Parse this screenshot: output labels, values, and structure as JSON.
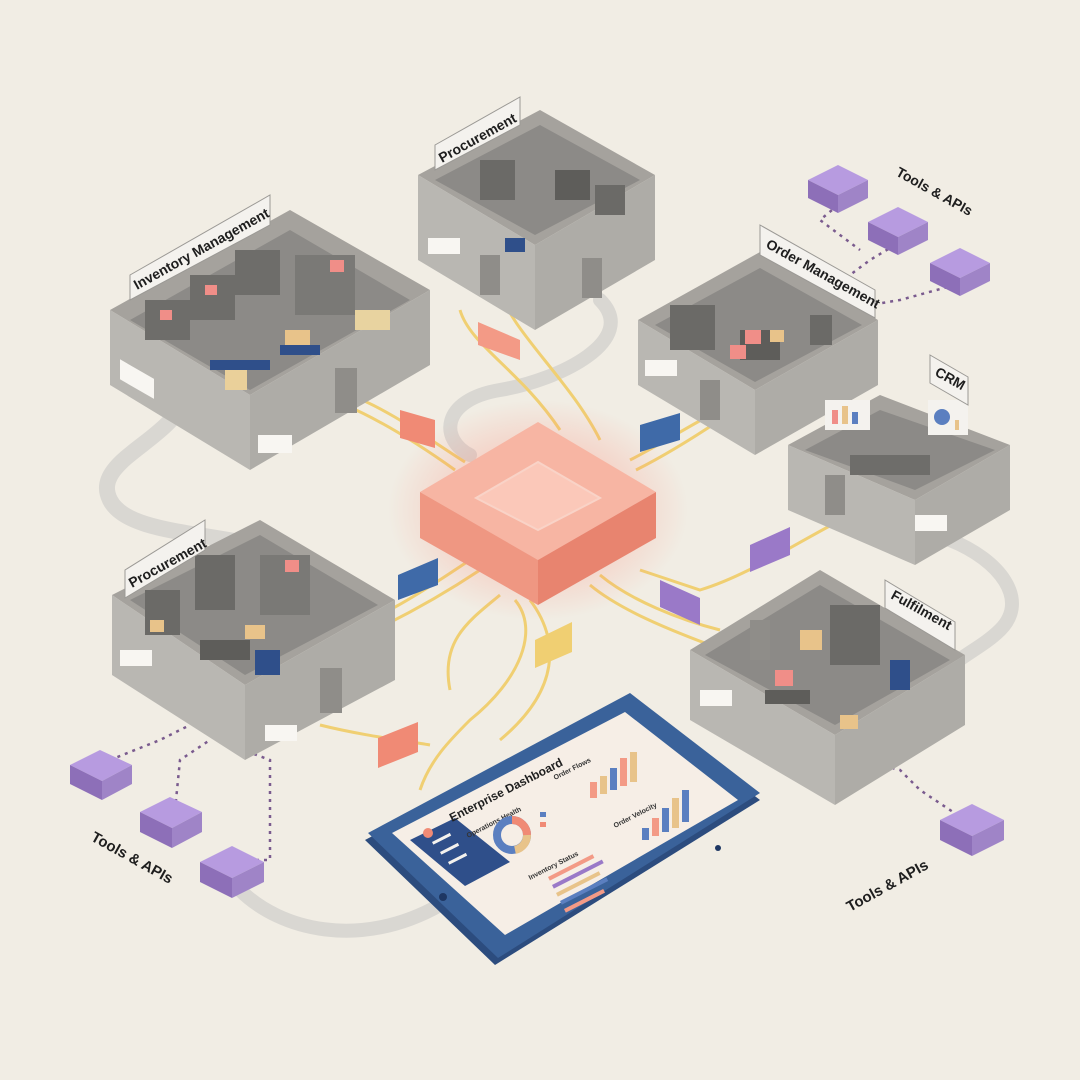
{
  "departments": [
    {
      "id": "inventory",
      "label": "Inventory Management"
    },
    {
      "id": "procurement_top",
      "label": "Procurement"
    },
    {
      "id": "order",
      "label": "Order Management"
    },
    {
      "id": "crm",
      "label": "CRM"
    },
    {
      "id": "procurement_left",
      "label": "Procurement"
    },
    {
      "id": "fulfilment",
      "label": "Fulfilment"
    }
  ],
  "tools": [
    {
      "id": "tools_top_right",
      "label": "Tools & APIs"
    },
    {
      "id": "tools_bottom_left",
      "label": "Tools & APIs"
    },
    {
      "id": "tools_bottom_right",
      "label": "Tools & APIs"
    }
  ],
  "dashboard": {
    "title": "Enterprise Dashboard",
    "panels": {
      "operations_health": "Operations Health",
      "order_flows": "Order Flows",
      "inventory_status": "Inventory Status",
      "order_velocity": "Order Velocity"
    }
  },
  "colors": {
    "background": "#f1ede4",
    "hub": "#f4a28c",
    "connector": "#f0cf72",
    "building": "#b7b5b1",
    "tools": "#9f84c7",
    "tablet": "#3a629a"
  }
}
